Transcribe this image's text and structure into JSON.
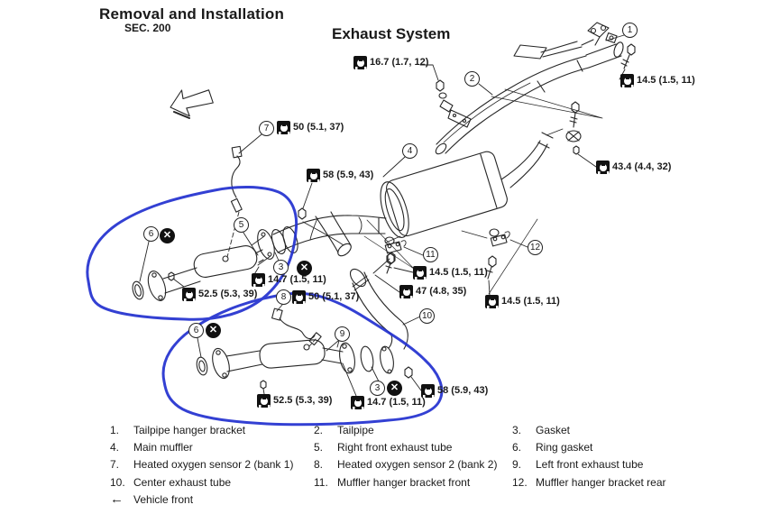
{
  "header": {
    "title": "Removal and Installation",
    "section": "SEC. 200",
    "diagram_title": "Exhaust System"
  },
  "symbols": {
    "x_marker": "✕",
    "vehicle_front_arrow": "←"
  },
  "colors": {
    "ink": "#1a1a1a",
    "highlight_ink": "#2230cf"
  },
  "torque_labels": [
    "16.7 (1.7, 12)",
    "14.5 (1.5, 11)",
    "43.4 (4.4, 32)",
    "50 (5.1, 37)",
    "58 (5.9, 43)",
    "14.5 (1.5, 11)",
    "47 (4.8, 35)",
    "14.5 (1.5, 11)",
    "14.7 (1.5, 11)",
    "52.5 (5.3, 39)",
    "50 (5.1, 37)",
    "52.5 (5.3, 39)",
    "14.7 (1.5, 11)",
    "58 (5.9, 43)"
  ],
  "callouts": [
    "1",
    "2",
    "4",
    "7",
    "5",
    "6",
    "3",
    "8",
    "6",
    "9",
    "10",
    "3",
    "11",
    "12"
  ],
  "legend": {
    "items": [
      {
        "num": "1.",
        "label": "Tailpipe hanger bracket"
      },
      {
        "num": "2.",
        "label": "Tailpipe"
      },
      {
        "num": "3.",
        "label": "Gasket"
      },
      {
        "num": "4.",
        "label": "Main muffler"
      },
      {
        "num": "5.",
        "label": "Right front exhaust tube"
      },
      {
        "num": "6.",
        "label": "Ring gasket"
      },
      {
        "num": "7.",
        "label": "Heated oxygen sensor 2 (bank 1)"
      },
      {
        "num": "8.",
        "label": "Heated oxygen sensor 2 (bank 2)"
      },
      {
        "num": "9.",
        "label": "Left front exhaust tube"
      },
      {
        "num": "10.",
        "label": "Center exhaust tube"
      },
      {
        "num": "11.",
        "label": "Muffler hanger bracket front"
      },
      {
        "num": "12.",
        "label": "Muffler hanger bracket rear"
      }
    ],
    "vehicle_front": {
      "arrow": "←",
      "label": "Vehicle front"
    }
  }
}
